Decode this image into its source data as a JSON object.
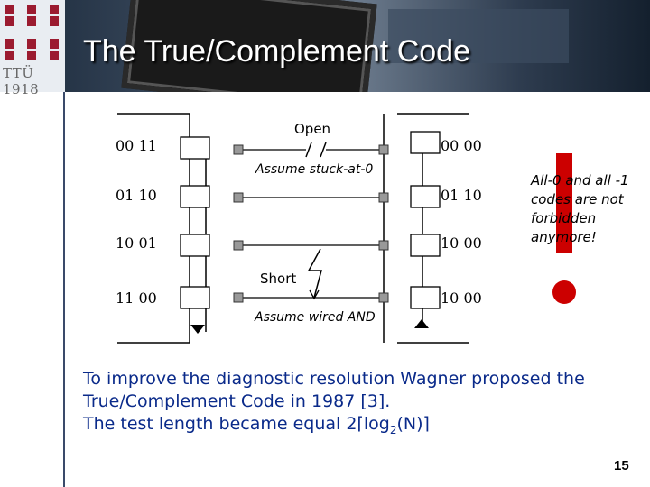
{
  "slide": {
    "title": "The True/Complement Code",
    "logo_text": "TTÜ 1918",
    "page_number": "15"
  },
  "diagram": {
    "left_codes": [
      "00  11",
      "01  10",
      "10  01",
      "11  00"
    ],
    "right_codes": [
      "00  00",
      "01  10",
      "10  00",
      "10  00"
    ],
    "open_label": "Open",
    "stuck_label": "Assume stuck-at-0",
    "short_label": "Short",
    "wired_label": "Assume wired AND"
  },
  "note": {
    "mark": "!",
    "text": "All-0 and all -1 codes are not forbidden anymore!"
  },
  "body": {
    "line1": "To improve the diagnostic resolution Wagner proposed the",
    "line2": "True/Complement Code in 1987 [3].",
    "line3_prefix": "The test length became equal 2",
    "line3_func": "log",
    "line3_sub": "2",
    "line3_arg": "(N)"
  },
  "colors": {
    "body_text": "#0a2a8a",
    "exclamation": "#cc0000",
    "logo": "#9b1b30"
  }
}
